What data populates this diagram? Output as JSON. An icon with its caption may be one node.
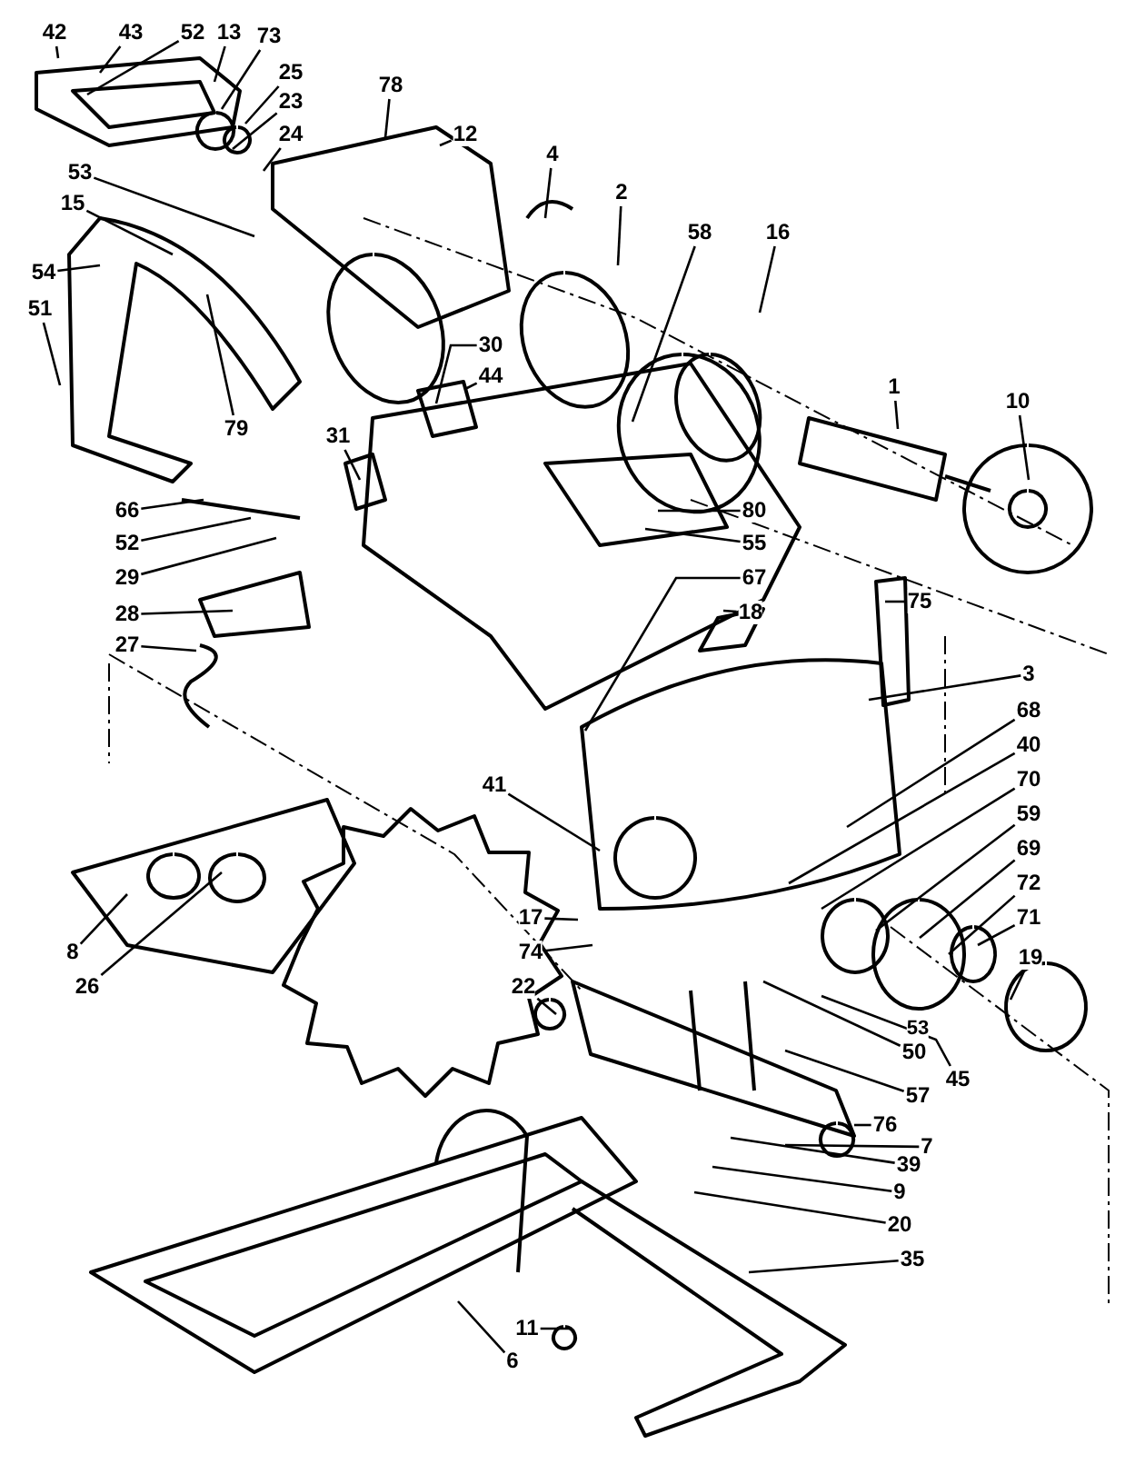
{
  "diagram": {
    "nodes": [
      {
        "text": [
          "42"
        ]
      },
      {
        "text": [
          "43"
        ]
      },
      {
        "text": [
          "52"
        ]
      },
      {
        "text": [
          "13"
        ]
      },
      {
        "text": [
          "73"
        ]
      },
      {
        "text": [
          "25"
        ]
      },
      {
        "text": [
          "23"
        ]
      },
      {
        "text": [
          "24"
        ]
      },
      {
        "text": [
          "78"
        ]
      },
      {
        "text": [
          "12"
        ]
      },
      {
        "text": [
          "53"
        ]
      },
      {
        "text": [
          "15"
        ]
      },
      {
        "text": [
          "54"
        ]
      },
      {
        "text": [
          "51"
        ]
      },
      {
        "text": [
          "4"
        ]
      },
      {
        "text": [
          "2"
        ]
      },
      {
        "text": [
          "58"
        ]
      },
      {
        "text": [
          "16"
        ]
      },
      {
        "text": [
          "1"
        ]
      },
      {
        "text": [
          "10"
        ]
      },
      {
        "text": [
          "79"
        ]
      },
      {
        "text": [
          "30"
        ]
      },
      {
        "text": [
          "44"
        ]
      },
      {
        "text": [
          "31"
        ]
      },
      {
        "text": [
          "66"
        ]
      },
      {
        "text": [
          "52"
        ]
      },
      {
        "text": [
          "29"
        ]
      },
      {
        "text": [
          "28"
        ]
      },
      {
        "text": [
          "27"
        ]
      },
      {
        "text": [
          "80"
        ]
      },
      {
        "text": [
          "55"
        ]
      },
      {
        "text": [
          "67"
        ]
      },
      {
        "text": [
          "18"
        ]
      },
      {
        "text": [
          "75"
        ]
      },
      {
        "text": [
          "3"
        ]
      },
      {
        "text": [
          "68"
        ]
      },
      {
        "text": [
          "40"
        ]
      },
      {
        "text": [
          "70"
        ]
      },
      {
        "text": [
          "59"
        ]
      },
      {
        "text": [
          "69"
        ]
      },
      {
        "text": [
          "72"
        ]
      },
      {
        "text": [
          "71"
        ]
      },
      {
        "text": [
          "19"
        ]
      },
      {
        "text": [
          "41"
        ]
      },
      {
        "text": [
          "17"
        ]
      },
      {
        "text": [
          "74"
        ]
      },
      {
        "text": [
          "22"
        ]
      },
      {
        "text": [
          "8"
        ]
      },
      {
        "text": [
          "26"
        ]
      },
      {
        "text": [
          "50"
        ]
      },
      {
        "text": [
          "45"
        ]
      },
      {
        "text": [
          "57"
        ]
      },
      {
        "text": [
          "76"
        ]
      },
      {
        "text": [
          "7"
        ]
      },
      {
        "text": [
          "39"
        ]
      },
      {
        "text": [
          "9"
        ]
      },
      {
        "text": [
          "20"
        ]
      },
      {
        "text": [
          "35"
        ]
      },
      {
        "text": [
          "11"
        ]
      },
      {
        "text": [
          "6"
        ]
      },
      {
        "text": [
          "53"
        ]
      }
    ],
    "edges": [
      {
        "from": 0,
        "to": null,
        "arrow": "none"
      },
      {
        "from": 1,
        "to": null,
        "arrow": "none"
      },
      {
        "from": 2,
        "to": null,
        "arrow": "none"
      },
      {
        "from": 3,
        "to": null,
        "arrow": "none"
      },
      {
        "from": 4,
        "to": null,
        "arrow": "none"
      },
      {
        "from": 5,
        "to": null,
        "arrow": "none"
      },
      {
        "from": 6,
        "to": null,
        "arrow": "none"
      },
      {
        "from": 7,
        "to": null,
        "arrow": "none"
      },
      {
        "from": 8,
        "to": null,
        "arrow": "none"
      },
      {
        "from": 9,
        "to": null,
        "arrow": "none"
      },
      {
        "from": 10,
        "to": null,
        "arrow": "none"
      },
      {
        "from": 11,
        "to": null,
        "arrow": "none"
      },
      {
        "from": 12,
        "to": null,
        "arrow": "none"
      },
      {
        "from": 13,
        "to": null,
        "arrow": "none"
      },
      {
        "from": 14,
        "to": null,
        "arrow": "none"
      },
      {
        "from": 15,
        "to": null,
        "arrow": "none"
      },
      {
        "from": 16,
        "to": null,
        "arrow": "none"
      },
      {
        "from": 17,
        "to": null,
        "arrow": "none"
      },
      {
        "from": 18,
        "to": null,
        "arrow": "none"
      },
      {
        "from": 19,
        "to": null,
        "arrow": "none"
      },
      {
        "from": 20,
        "to": null,
        "arrow": "none"
      },
      {
        "from": 21,
        "to": null,
        "arrow": "none"
      },
      {
        "from": 22,
        "to": null,
        "arrow": "none"
      },
      {
        "from": 23,
        "to": null,
        "arrow": "none"
      },
      {
        "from": 24,
        "to": null,
        "arrow": "none"
      },
      {
        "from": 25,
        "to": null,
        "arrow": "none"
      },
      {
        "from": 26,
        "to": null,
        "arrow": "none"
      },
      {
        "from": 27,
        "to": null,
        "arrow": "none"
      },
      {
        "from": 28,
        "to": null,
        "arrow": "none"
      },
      {
        "from": 29,
        "to": null,
        "arrow": "none"
      },
      {
        "from": 30,
        "to": null,
        "arrow": "none"
      },
      {
        "from": 31,
        "to": null,
        "arrow": "none"
      },
      {
        "from": 32,
        "to": null,
        "arrow": "none"
      },
      {
        "from": 33,
        "to": null,
        "arrow": "none"
      },
      {
        "from": 34,
        "to": null,
        "arrow": "none"
      },
      {
        "from": 35,
        "to": null,
        "arrow": "none"
      },
      {
        "from": 36,
        "to": null,
        "arrow": "none"
      },
      {
        "from": 37,
        "to": null,
        "arrow": "none"
      },
      {
        "from": 38,
        "to": null,
        "arrow": "none"
      },
      {
        "from": 39,
        "to": null,
        "arrow": "none"
      },
      {
        "from": 40,
        "to": null,
        "arrow": "none"
      },
      {
        "from": 41,
        "to": null,
        "arrow": "none"
      },
      {
        "from": 42,
        "to": null,
        "arrow": "none"
      },
      {
        "from": 43,
        "to": null,
        "arrow": "none"
      },
      {
        "from": 44,
        "to": null,
        "arrow": "none"
      },
      {
        "from": 45,
        "to": null,
        "arrow": "none"
      },
      {
        "from": 46,
        "to": null,
        "arrow": "none"
      },
      {
        "from": 47,
        "to": null,
        "arrow": "none"
      },
      {
        "from": 48,
        "to": null,
        "arrow": "none"
      },
      {
        "from": 49,
        "to": null,
        "arrow": "none"
      },
      {
        "from": 50,
        "to": null,
        "arrow": "none"
      },
      {
        "from": 51,
        "to": null,
        "arrow": "none"
      },
      {
        "from": 52,
        "to": null,
        "arrow": "none"
      },
      {
        "from": 53,
        "to": null,
        "arrow": "none"
      },
      {
        "from": 54,
        "to": null,
        "arrow": "none"
      },
      {
        "from": 55,
        "to": null,
        "arrow": "none"
      },
      {
        "from": 56,
        "to": null,
        "arrow": "none"
      },
      {
        "from": 57,
        "to": null,
        "arrow": "none"
      },
      {
        "from": 58,
        "to": null,
        "arrow": "none"
      },
      {
        "from": 59,
        "to": null,
        "arrow": "none"
      }
    ],
    "labels": []
  }
}
